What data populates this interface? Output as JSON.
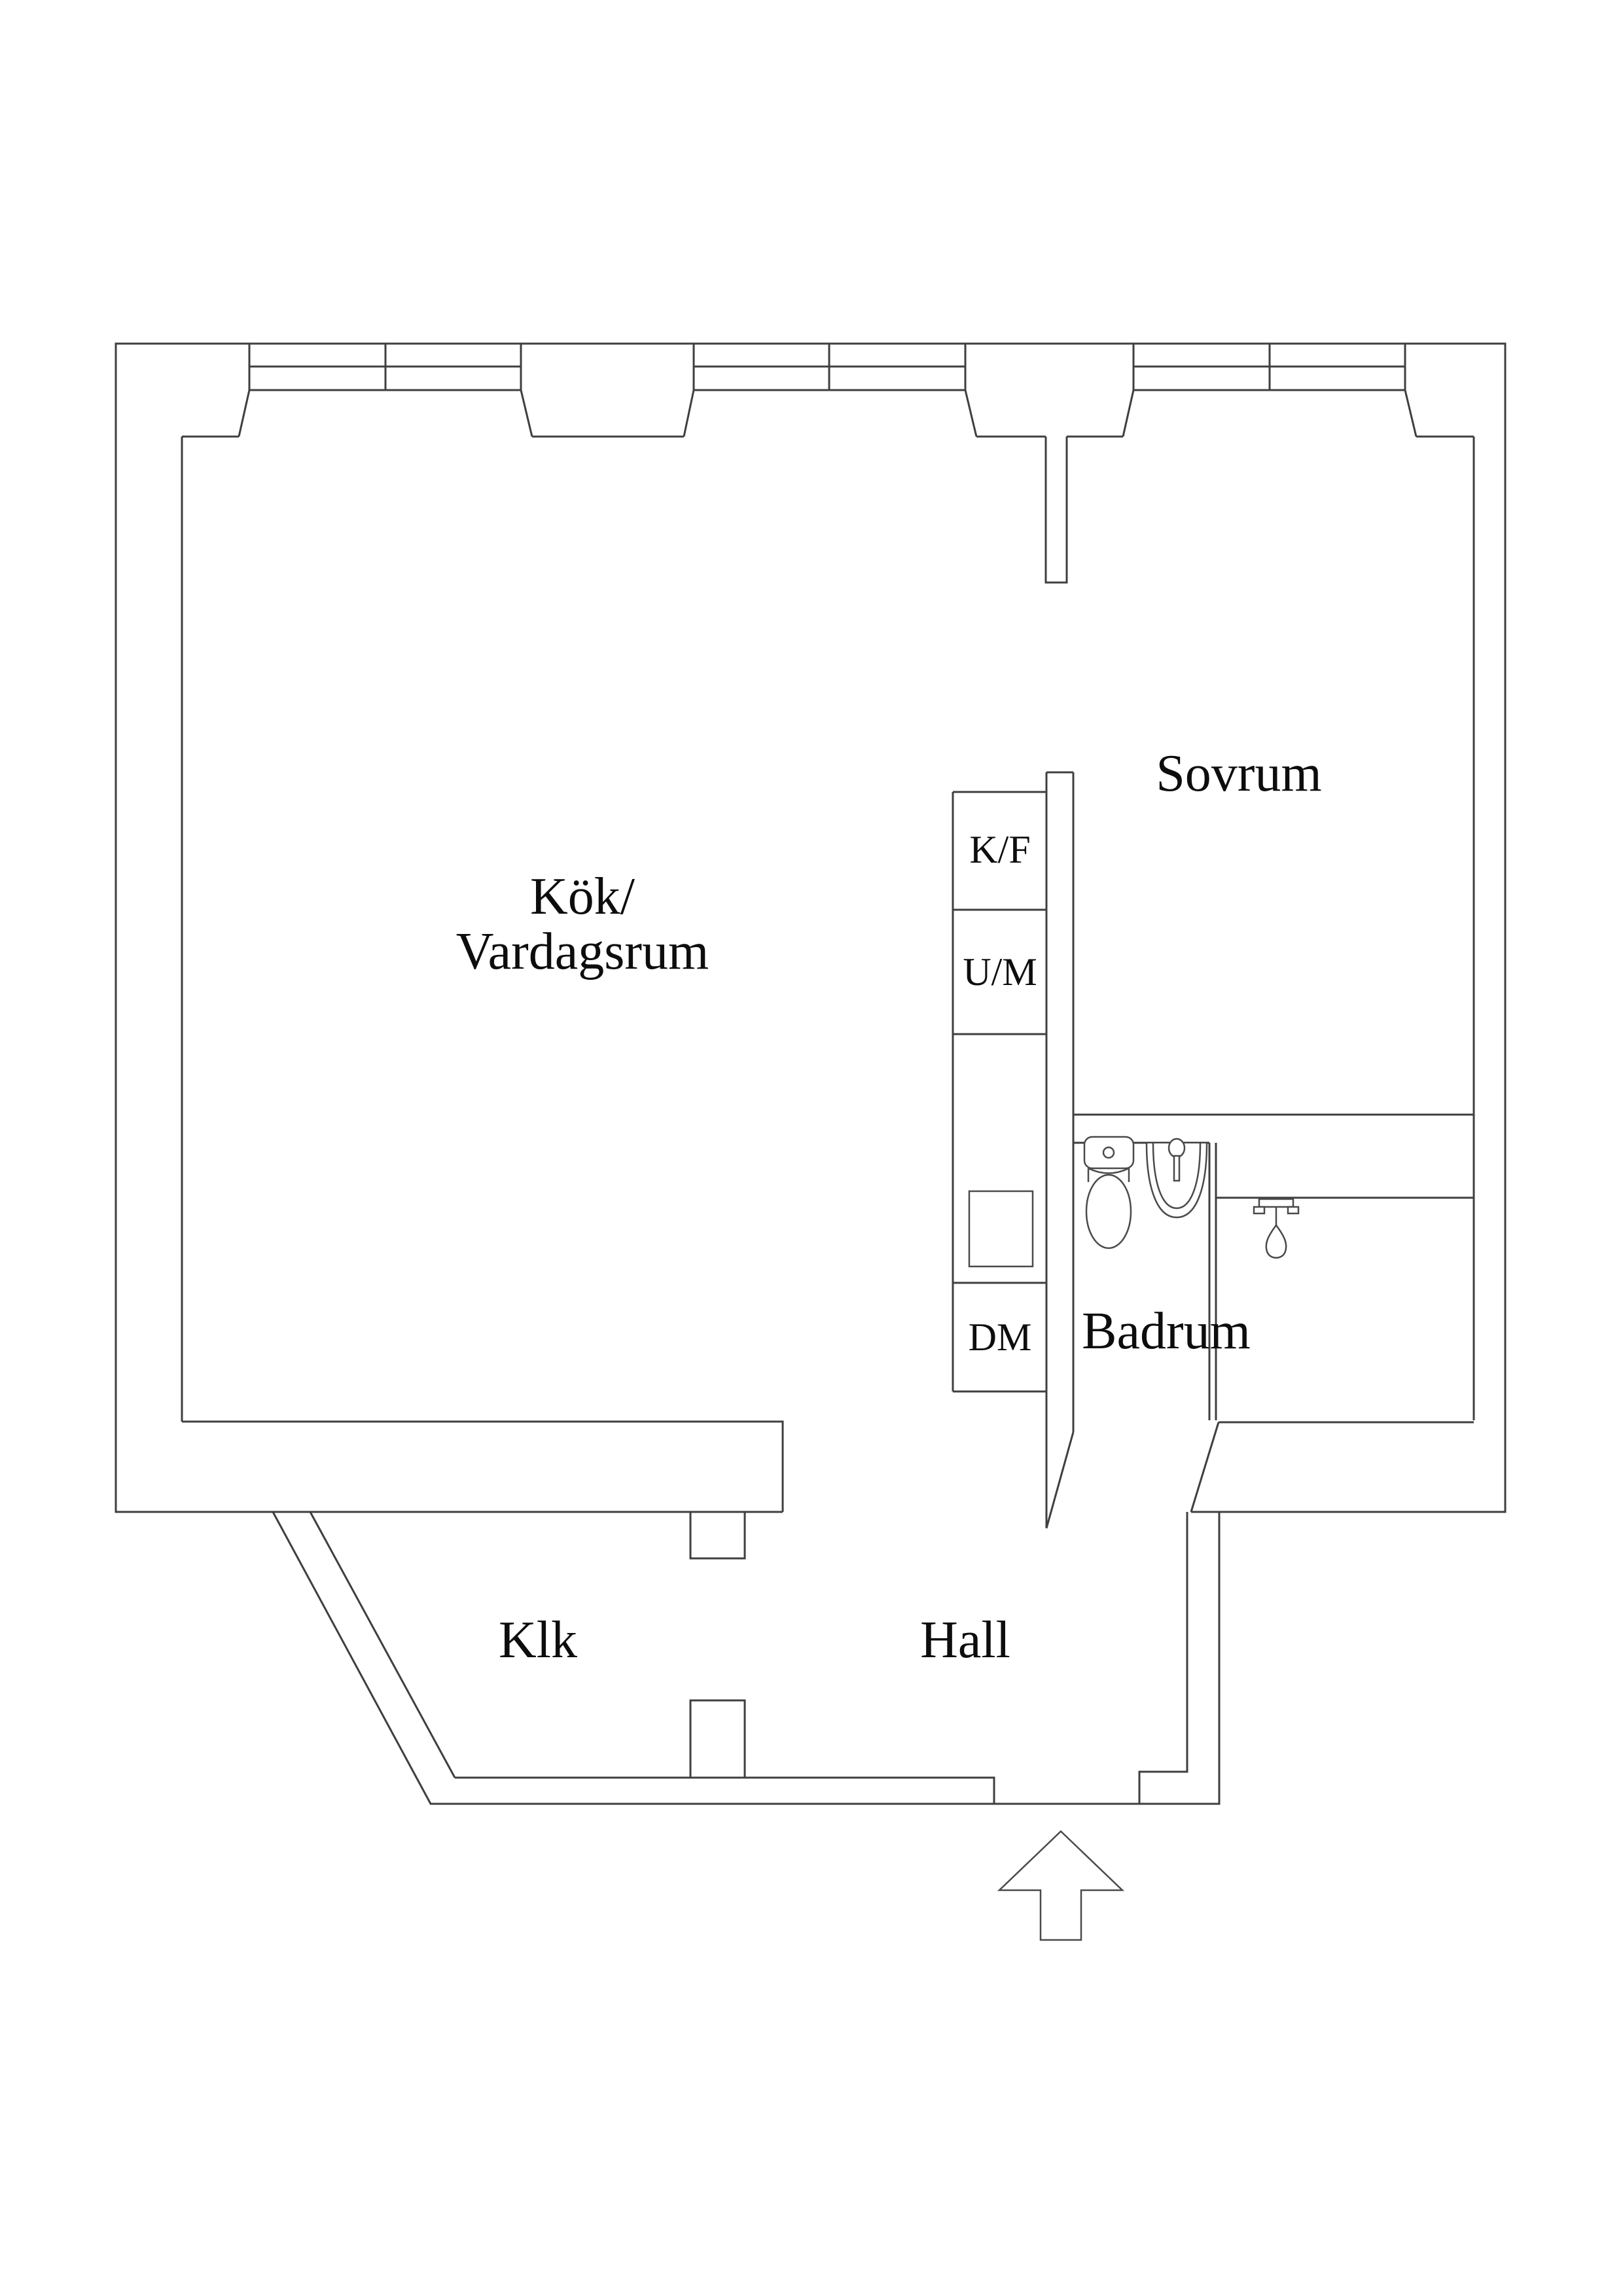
{
  "document": {
    "type": "floor-plan",
    "language": "Swedish",
    "background_color": "#ffffff",
    "line_color": "#3f3f3f",
    "text_color": "#0d0d0d"
  },
  "rooms": {
    "kok": {
      "line1": "Kök/",
      "line2": "Vardagsrum"
    },
    "sovrum": {
      "label": "Sovrum"
    },
    "badrum": {
      "label": "Badrum"
    },
    "hall": {
      "label": "Hall"
    },
    "klk": {
      "label": "Klk"
    }
  },
  "appliances": {
    "fridge_freezer": {
      "label": "K/F"
    },
    "oven_micro": {
      "label": "U/M"
    },
    "dishwasher": {
      "label": "DM"
    }
  },
  "fixtures": [
    "toilet-icon",
    "sink-icon",
    "shower-icon"
  ],
  "entrance": {
    "symbol": "arrow-up",
    "meaning": "entrance direction indicator"
  },
  "windows": {
    "count": 3,
    "panes_per_window": 2
  }
}
